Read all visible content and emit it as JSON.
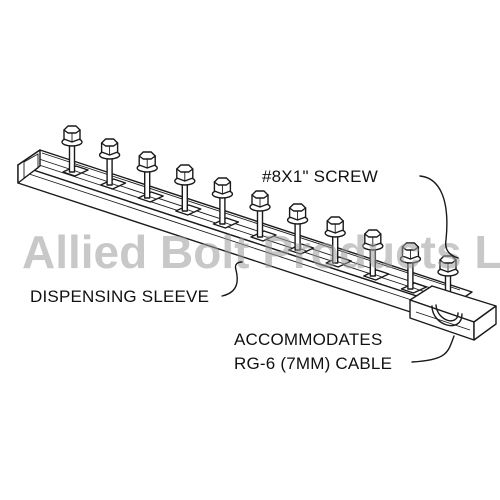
{
  "diagram": {
    "watermark": "Allied Bolt Products LLC",
    "labels": {
      "screw": "#8X1\" SCREW",
      "sleeve": "DISPENSING SLEEVE",
      "cable_line1": "ACCOMMODATES",
      "cable_line2": "RG-6 (7MM) CABLE"
    },
    "screw_count": 11
  }
}
